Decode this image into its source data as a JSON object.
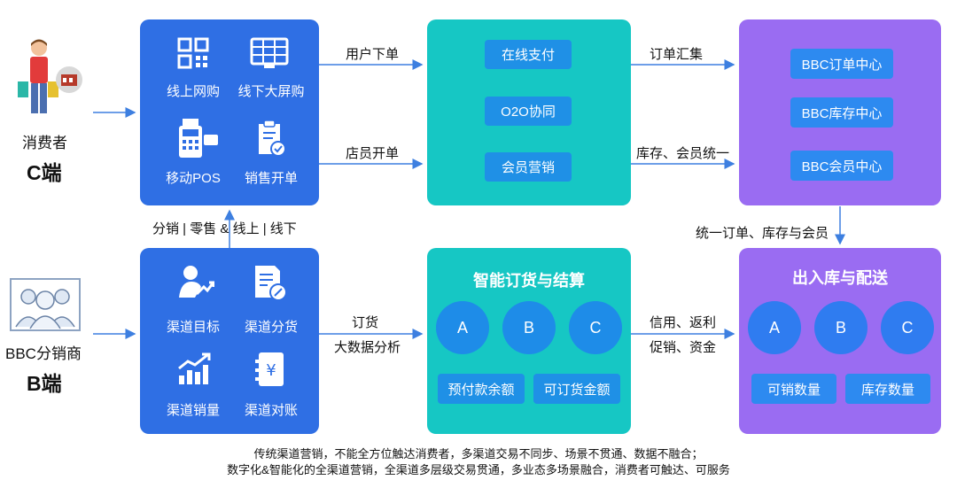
{
  "c_side": {
    "label": "消费者",
    "tag": "C端"
  },
  "b_side": {
    "label": "BBC分销商",
    "tag": "B端"
  },
  "c_panel": {
    "items": [
      {
        "label": "线上网购",
        "icon": "qr-code-icon"
      },
      {
        "label": "线下大屏购",
        "icon": "screen-grid-icon"
      },
      {
        "label": "移动POS",
        "icon": "pos-terminal-icon"
      },
      {
        "label": "销售开单",
        "icon": "order-document-icon"
      }
    ]
  },
  "b_panel": {
    "items": [
      {
        "label": "渠道目标",
        "icon": "user-target-icon"
      },
      {
        "label": "渠道分货",
        "icon": "document-edit-icon"
      },
      {
        "label": "渠道销量",
        "icon": "bar-growth-icon"
      },
      {
        "label": "渠道对账",
        "icon": "yen-doc-icon"
      }
    ]
  },
  "mid_top": {
    "chips": [
      "在线支付",
      "O2O协同",
      "会员营销"
    ]
  },
  "right_top": {
    "chips": [
      "BBC订单中心",
      "BBC库存中心",
      "BBC会员中心"
    ]
  },
  "mid_bottom": {
    "title": "智能订货与结算",
    "circles": [
      "A",
      "B",
      "C"
    ],
    "chips": [
      "预付款余额",
      "可订货金额"
    ]
  },
  "right_bottom": {
    "title": "出入库与配送",
    "circles": [
      "A",
      "B",
      "C"
    ],
    "chips": [
      "可销数量",
      "库存数量"
    ]
  },
  "arrows": {
    "user_order": "用户下单",
    "store_order": "店员开单",
    "order_collect": "订单汇集",
    "inventory_member": "库存、会员统一",
    "unify": "统一订单、库存与会员",
    "channels": "分销 | 零售 & 线上 | 线下",
    "order": "订货",
    "big_data": "大数据分析",
    "credit": "信用、返利",
    "promo": "促销、资金"
  },
  "footer": {
    "line1": "传统渠道营销，不能全方位触达消费者，多渠道交易不同步、场景不贯通、数据不融合；",
    "line2": "数字化&智能化的全渠道营销，全渠道多层级交易贯通，多业态多场景融合，消费者可触达、可服务"
  },
  "colors": {
    "blue": "#2f6fe4",
    "teal": "#16c7c4",
    "purple": "#9a6cf2",
    "arrow": "#3d7fe0"
  }
}
